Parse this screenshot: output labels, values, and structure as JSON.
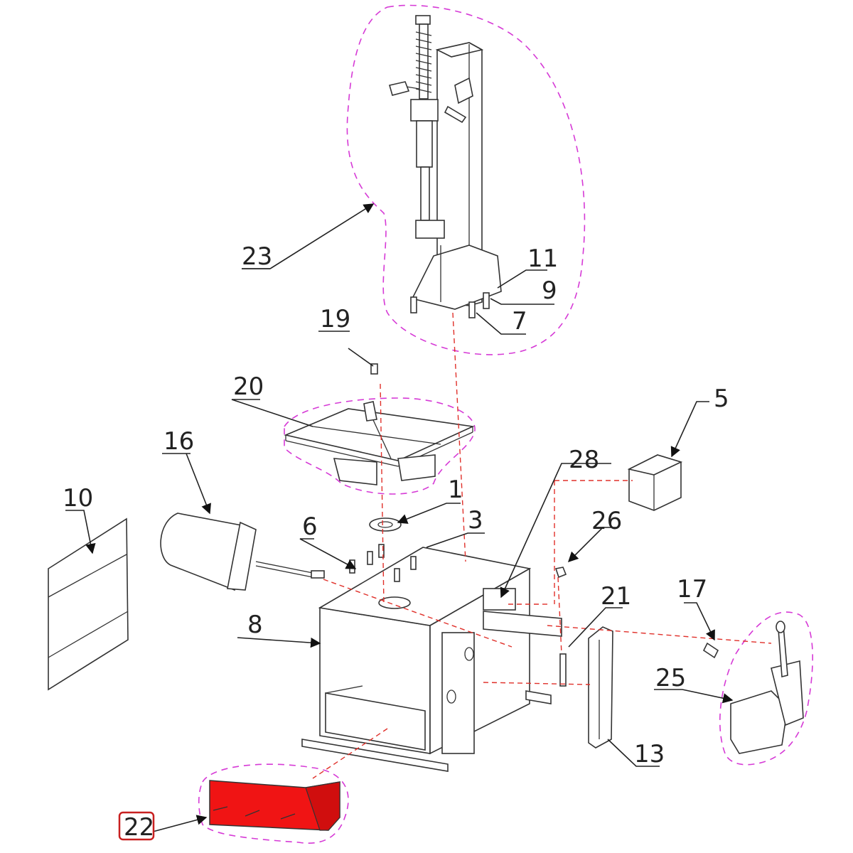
{
  "colors": {
    "group_outline": "#d63ad6",
    "hidden_line": "#e0302a",
    "highlight_fill": "#f01414",
    "highlight_box": "#c82020"
  },
  "labels": {
    "l1": "1",
    "l3": "3",
    "l5": "5",
    "l6": "6",
    "l7": "7",
    "l8": "8",
    "l9": "9",
    "l10": "10",
    "l11": "11",
    "l13": "13",
    "l16": "16",
    "l17": "17",
    "l19": "19",
    "l20": "20",
    "l21": "21",
    "l22": "22",
    "l23": "23",
    "l25": "25",
    "l26": "26",
    "l28": "28"
  },
  "selected_part": "22"
}
